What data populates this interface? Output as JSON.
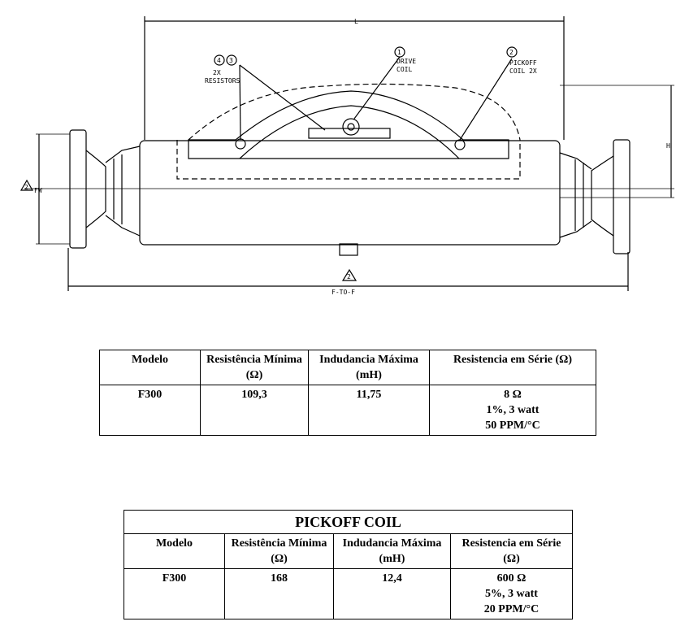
{
  "drawing": {
    "labels": {
      "L": "L",
      "H": "H",
      "FW": "FW",
      "f_to_f": "F-TO-F",
      "drive_coil_num": "1",
      "drive_coil": [
        "DRIVE",
        "COIL"
      ],
      "pickoff_num": "2",
      "pickoff": [
        "PICKOFF",
        "COIL 2X"
      ],
      "resistors_num_a": "4",
      "resistors_num_b": "3",
      "resistors": [
        "2X",
        "RESISTORS"
      ],
      "note_left": "2",
      "note_bottom": "2"
    }
  },
  "table1": {
    "headers": [
      "Modelo",
      "Resistência Mínima (Ω)",
      "Indudancia Máxima (mH)",
      "Resistencia em Série (Ω)"
    ],
    "row": {
      "model": "F300",
      "min_resistance": "109,3",
      "max_inductance": "11,75",
      "series_resistance": [
        "8  Ω",
        "1%, 3 watt",
        "50  PPM/°C"
      ]
    }
  },
  "table2": {
    "title": "PICKOFF COIL",
    "headers": [
      "Modelo",
      "Resistência Mínima (Ω)",
      "Indudancia Máxima (mH)",
      "Resistencia em Série (Ω)"
    ],
    "row": {
      "model": "F300",
      "min_resistance": "168",
      "max_inductance": "12,4",
      "series_resistance": [
        "600 Ω",
        "5%, 3 watt",
        "20 PPM/°C"
      ]
    }
  }
}
